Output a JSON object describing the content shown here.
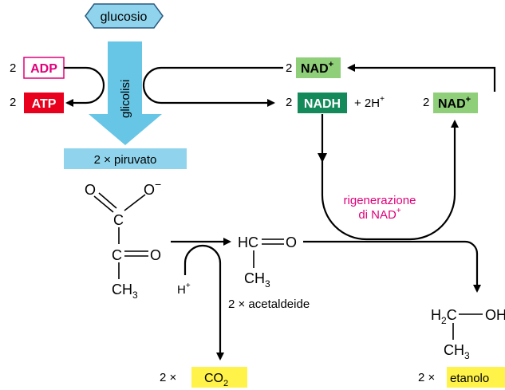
{
  "glucose": "glucosio",
  "glycolysis": "glicolisi",
  "coef_two": "2",
  "adp": "ADP",
  "atp": "ATP",
  "nad_plus": "NAD",
  "nadh": "NADH",
  "plus_2h": "+ 2H",
  "plus_sign": "+",
  "pyruvate": "2 × piruvato",
  "regeneration_line1": "rigenerazione",
  "regeneration_line2": "di NAD",
  "hydrogen_ion": "H",
  "acetaldehyde_label": "2 × acetaldeide",
  "times_two": "2 ×",
  "co2": "CO",
  "co2_sub": "2",
  "ethanol": "etanolo",
  "atoms": {
    "O": "O",
    "C": "C",
    "CH": "CH",
    "HC": "HC",
    "H": "H",
    "OH": "OH",
    "sub3": "3",
    "sub2": "2",
    "minus": "−",
    "eq": "="
  },
  "colors": {
    "adp_border": "#e0007a",
    "adp_text": "#e0007a",
    "atp_fill": "#e8001c",
    "nad_fill": "#8fcf7a",
    "nadh_fill": "#148a5a",
    "glycolysis_arrow": "#67c5e5",
    "pyruvate_fill": "#8fd4ec",
    "glucose_fill": "#8fd4ec",
    "regeneration_text": "#e0007a",
    "product_fill": "#fff34a"
  }
}
